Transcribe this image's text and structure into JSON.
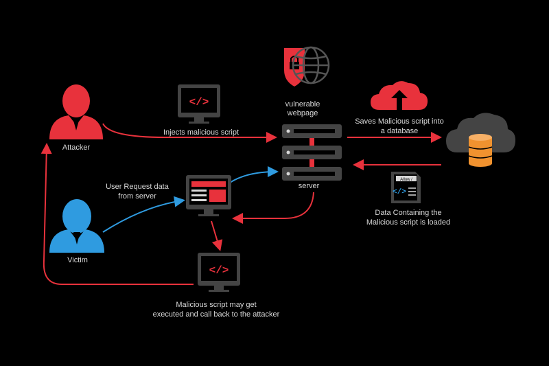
{
  "labels": {
    "attacker": "Attacker",
    "victim": "Victim",
    "injects": "Injects malicious script",
    "vulnerable_line1": "vulnerable",
    "vulnerable_line2": "webpage",
    "server": "server",
    "saves_line1": "Saves Malicious script into",
    "saves_line2": "a database",
    "user_request_line1": "User Request data",
    "user_request_line2": "from server",
    "data_line1": "Data Containing the",
    "data_line2": "Malicious script is loaded",
    "executed_line1": "Malicious script may get",
    "executed_line2": "executed and call back to the attacker",
    "doc_tag": "Allow /"
  },
  "colors": {
    "red": "#e8323c",
    "blue": "#2f9be0",
    "gray": "#444444",
    "light": "#d9d9d9",
    "orange": "#f0922f",
    "background": "#000000"
  },
  "icons": [
    "attacker-person-icon",
    "victim-person-icon",
    "code-monitor-icon",
    "lock-shield-icon",
    "globe-icon",
    "server-rack-icon",
    "cloud-upload-icon",
    "database-cloud-icon",
    "script-document-icon",
    "webpage-monitor-icon"
  ]
}
